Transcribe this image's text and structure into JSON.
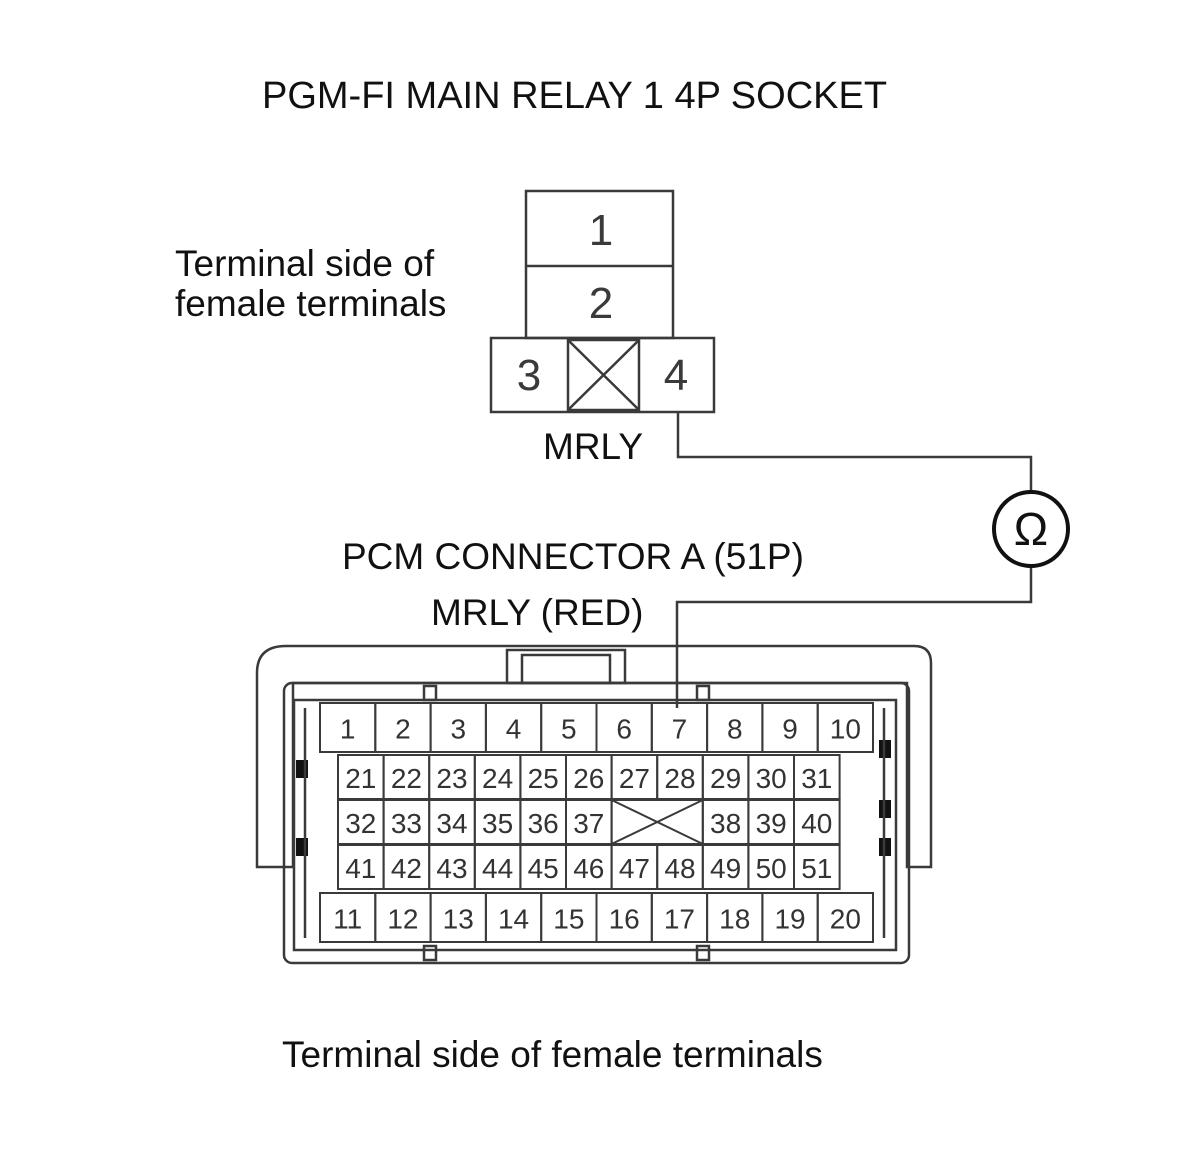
{
  "title": "PGM-FI MAIN RELAY 1 4P SOCKET",
  "relay_socket": {
    "view_label_line1": "Terminal side of",
    "view_label_line2": "female terminals",
    "terminals": [
      "1",
      "2",
      "3",
      "4"
    ],
    "probe_terminal_label": "MRLY"
  },
  "meter": {
    "symbol": "Ω"
  },
  "pcm_connector": {
    "title": "PCM CONNECTOR A (51P)",
    "probe_terminal_label": "MRLY (RED)",
    "row1": [
      "1",
      "2",
      "3",
      "4",
      "5",
      "6",
      "7",
      "8",
      "9",
      "10"
    ],
    "row2": [
      "21",
      "22",
      "23",
      "24",
      "25",
      "26",
      "27",
      "28",
      "29",
      "30",
      "31"
    ],
    "row3_left": [
      "32",
      "33",
      "34",
      "35",
      "36",
      "37"
    ],
    "row3_right": [
      "38",
      "39",
      "40"
    ],
    "row4": [
      "41",
      "42",
      "43",
      "44",
      "45",
      "46",
      "47",
      "48",
      "49",
      "50",
      "51"
    ],
    "row5": [
      "11",
      "12",
      "13",
      "14",
      "15",
      "16",
      "17",
      "18",
      "19",
      "20"
    ],
    "view_label": "Terminal side of female terminals"
  },
  "colors": {
    "line": "#3a3a3a",
    "text": "#111111"
  }
}
